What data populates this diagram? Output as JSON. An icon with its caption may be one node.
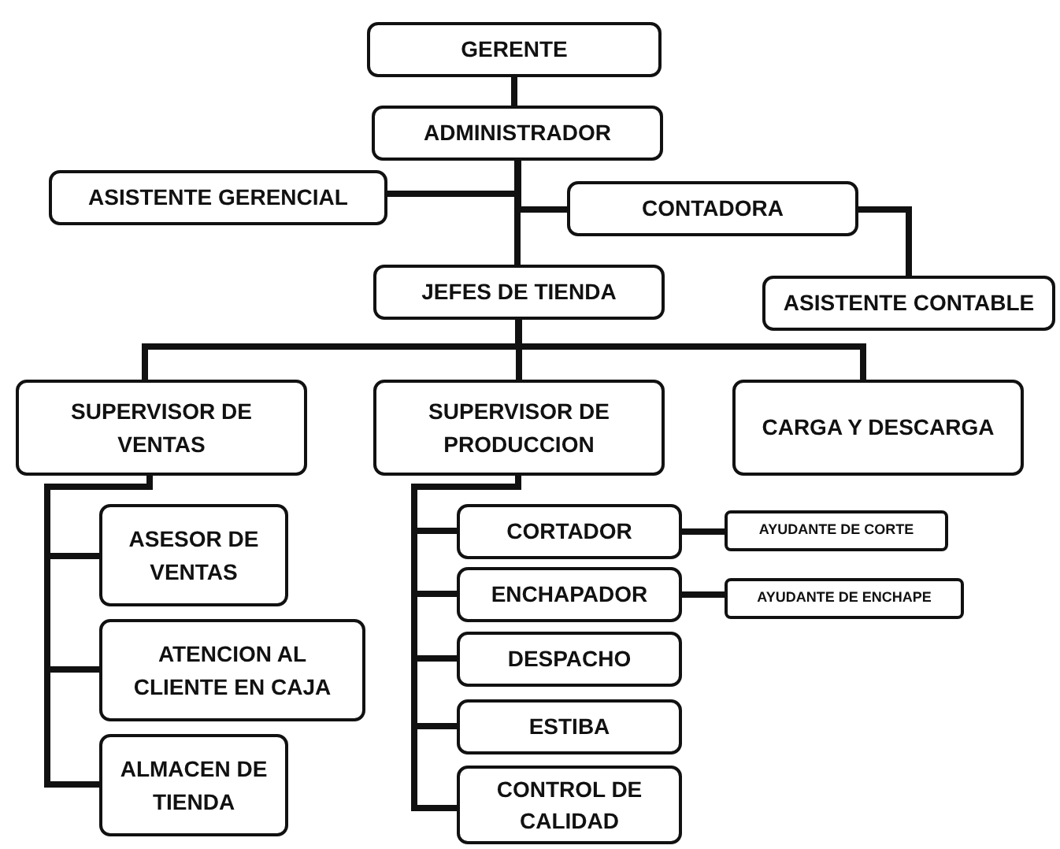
{
  "diagram": {
    "nodes": [
      {
        "text": [
          "GERENTE"
        ]
      },
      {
        "text": [
          "ADMINISTRADOR"
        ]
      },
      {
        "text": [
          "ASISTENTE GERENCIAL"
        ]
      },
      {
        "text": [
          "CONTADORA"
        ]
      },
      {
        "text": [
          "JEFES DE TIENDA"
        ]
      },
      {
        "text": [
          "ASISTENTE CONTABLE"
        ]
      },
      {
        "text": [
          "SUPERVISOR DE VENTAS"
        ]
      },
      {
        "text": [
          "SUPERVISOR DE PRODUCCION"
        ]
      },
      {
        "text": [
          "CARGA Y DESCARGA"
        ]
      },
      {
        "text": [
          "ASESOR DE VENTAS"
        ]
      },
      {
        "text": [
          "CORTADOR"
        ]
      },
      {
        "text": [
          "AYUDANTE DE CORTE"
        ]
      },
      {
        "text": [
          "ENCHAPADOR"
        ]
      },
      {
        "text": [
          "AYUDANTE DE ENCHAPE"
        ]
      },
      {
        "text": [
          "ATENCION AL CLIENTE EN CAJA"
        ]
      },
      {
        "text": [
          "DESPACHO"
        ]
      },
      {
        "text": [
          "ESTIBA"
        ]
      },
      {
        "text": [
          "ALMACEN DE TIENDA"
        ]
      },
      {
        "text": [
          "CONTROL DE CALIDAD"
        ]
      }
    ],
    "edges": [
      {
        "from": 0,
        "to": 1,
        "arrow": "none"
      },
      {
        "from": 1,
        "to": 2,
        "arrow": "none"
      },
      {
        "from": 1,
        "to": 3,
        "arrow": "none"
      },
      {
        "from": 1,
        "to": 4,
        "arrow": "none"
      },
      {
        "from": 3,
        "to": 5,
        "arrow": "none"
      },
      {
        "from": 4,
        "to": 6,
        "arrow": "none"
      },
      {
        "from": 4,
        "to": 7,
        "arrow": "none"
      },
      {
        "from": 4,
        "to": 8,
        "arrow": "none"
      },
      {
        "from": 6,
        "to": 9,
        "arrow": "none"
      },
      {
        "from": 6,
        "to": 14,
        "arrow": "none"
      },
      {
        "from": 6,
        "to": 17,
        "arrow": "none"
      },
      {
        "from": 7,
        "to": 10,
        "arrow": "none"
      },
      {
        "from": 7,
        "to": 12,
        "arrow": "none"
      },
      {
        "from": 7,
        "to": 15,
        "arrow": "none"
      },
      {
        "from": 7,
        "to": 16,
        "arrow": "none"
      },
      {
        "from": 7,
        "to": 18,
        "arrow": "none"
      },
      {
        "from": 10,
        "to": 11,
        "arrow": "none"
      },
      {
        "from": 12,
        "to": 13,
        "arrow": "none"
      }
    ]
  }
}
